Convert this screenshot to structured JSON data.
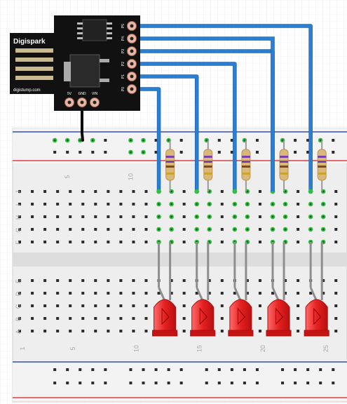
{
  "board": {
    "title": "Digispark",
    "url": "digistump.com",
    "pins": [
      "P5",
      "P4",
      "P3",
      "P2",
      "P1",
      "P0"
    ],
    "power_pins": [
      "5V",
      "GND",
      "VIN"
    ]
  },
  "breadboard": {
    "row_letters_top": [
      "J",
      "I",
      "H",
      "G",
      "F"
    ],
    "row_letters_bottom": [
      "E",
      "D",
      "C",
      "B",
      "A"
    ],
    "column_numbers_top": [
      "5",
      "10"
    ],
    "column_numbers_bottom": [
      "1",
      "5",
      "10",
      "15",
      "20",
      "25"
    ]
  },
  "colors": {
    "wire": "#2a7fd0",
    "led": "#e62020",
    "board": "#111111",
    "breadboard": "#eeeeee",
    "green_hole": "#30c040",
    "rail_red": "#e04040",
    "rail_blue": "#3050c0"
  },
  "components": {
    "leds": 5,
    "resistors": 5
  }
}
